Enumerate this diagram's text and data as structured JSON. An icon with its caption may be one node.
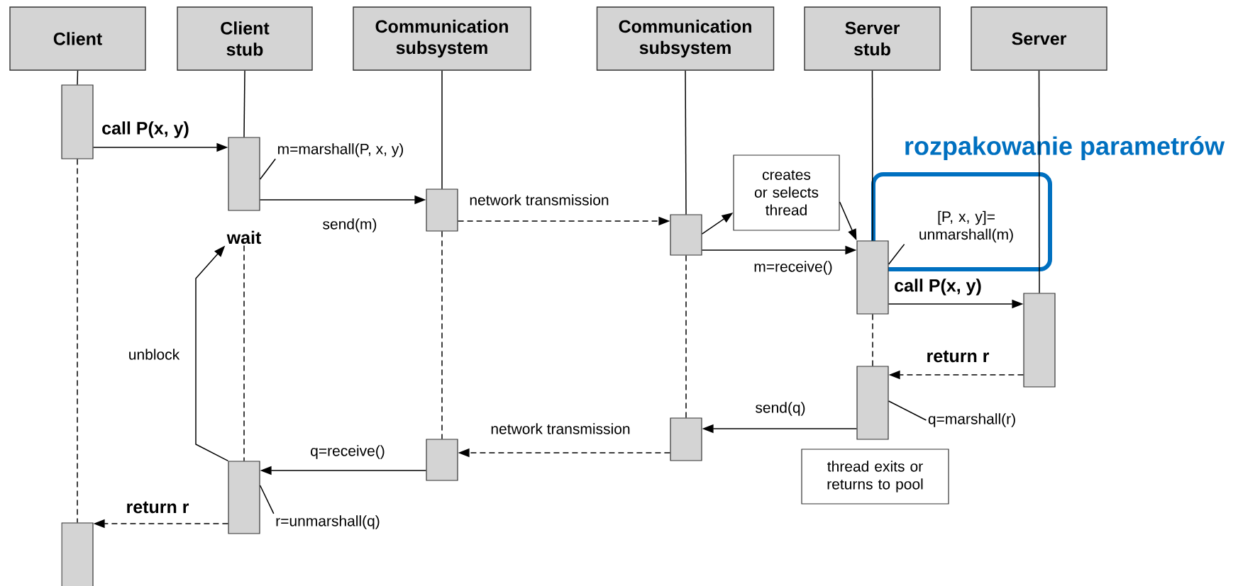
{
  "diagram": {
    "nodes": [
      {
        "text": [
          "Client"
        ]
      },
      {
        "text": [
          "Client stub"
        ]
      },
      {
        "text": [
          "Communication subsystem"
        ]
      },
      {
        "text": [
          "Communication subsystem"
        ]
      },
      {
        "text": [
          "Server stub"
        ]
      },
      {
        "text": [
          "Server"
        ]
      },
      {
        "text": [],
        "shape": "bar"
      },
      {
        "text": [],
        "shape": "bar"
      },
      {
        "text": [
          "m=marshall(P, x, y)"
        ]
      },
      {
        "text": [],
        "shape": "bar"
      },
      {
        "text": [],
        "shape": "bar"
      },
      {
        "text": [
          "creates or selects thread"
        ]
      },
      {
        "text": [
          "wait"
        ]
      },
      {
        "text": [
          "rozpakowanie parametrów"
        ]
      },
      {
        "text": [
          "[P, x, y]= unmarshall(m)"
        ],
        "in": 13
      },
      {
        "text": [],
        "shape": "bar"
      },
      {
        "text": [],
        "shape": "bar"
      },
      {
        "text": [],
        "shape": "bar"
      },
      {
        "text": [
          "q=marshall(r)"
        ]
      },
      {
        "text": [],
        "shape": "bar"
      },
      {
        "text": [],
        "shape": "bar"
      },
      {
        "text": [
          "thread exits or returns to pool"
        ]
      },
      {
        "text": [],
        "shape": "bar"
      },
      {
        "text": [
          "r=unmarshall(q)"
        ]
      },
      {
        "text": [],
        "shape": "bar"
      }
    ],
    "edges": [
      {
        "from": 6,
        "to": 7,
        "arrow": "to",
        "label": "call P(x, y)"
      },
      {
        "from": 7,
        "to": 9,
        "arrow": "to",
        "label": "send(m)"
      },
      {
        "from": 9,
        "to": 10,
        "arrow": "to",
        "label": "network transmission",
        "style": "dashed"
      },
      {
        "from": 10,
        "to": 11,
        "arrow": "to"
      },
      {
        "from": 11,
        "to": 15,
        "arrow": "to"
      },
      {
        "from": 10,
        "to": 15,
        "arrow": "to",
        "label": "m=receive()"
      },
      {
        "from": 15,
        "to": 16,
        "arrow": "to",
        "label": "call P(x, y)"
      },
      {
        "from": 16,
        "to": 17,
        "arrow": "to",
        "label": "return r",
        "style": "dashed"
      },
      {
        "from": 17,
        "to": 19,
        "arrow": "to",
        "label": "send(q)"
      },
      {
        "from": 19,
        "to": 20,
        "arrow": "to",
        "label": "network transmission",
        "style": "dashed"
      },
      {
        "from": 20,
        "to": 22,
        "arrow": "to",
        "label": "q=receive()"
      },
      {
        "from": 22,
        "to": 24,
        "arrow": "to",
        "label": "return r",
        "style": "dashed"
      },
      {
        "from": 22,
        "to": 12,
        "arrow": "to",
        "label": "unblock"
      },
      {
        "from": 8,
        "to": 7,
        "arrow": "none"
      },
      {
        "from": 14,
        "to": 15,
        "arrow": "none"
      },
      {
        "from": 18,
        "to": 17,
        "arrow": "none"
      },
      {
        "from": 23,
        "to": 22,
        "arrow": "none"
      },
      {
        "from": 0,
        "to": 6,
        "arrow": "none"
      },
      {
        "from": 6,
        "to": 24,
        "arrow": "none",
        "style": "dashed"
      },
      {
        "from": 1,
        "to": 7,
        "arrow": "none"
      },
      {
        "from": 12,
        "to": 22,
        "arrow": "none",
        "style": "dashed"
      },
      {
        "from": 2,
        "to": 9,
        "arrow": "none"
      },
      {
        "from": 9,
        "to": 20,
        "arrow": "none",
        "style": "dashed"
      },
      {
        "from": 3,
        "to": 10,
        "arrow": "none"
      },
      {
        "from": 10,
        "to": 19,
        "arrow": "none",
        "style": "dashed"
      },
      {
        "from": 4,
        "to": 15,
        "arrow": "none"
      },
      {
        "from": 15,
        "to": 17,
        "arrow": "none",
        "style": "dashed"
      },
      {
        "from": 5,
        "to": 16,
        "arrow": "none"
      }
    ]
  }
}
